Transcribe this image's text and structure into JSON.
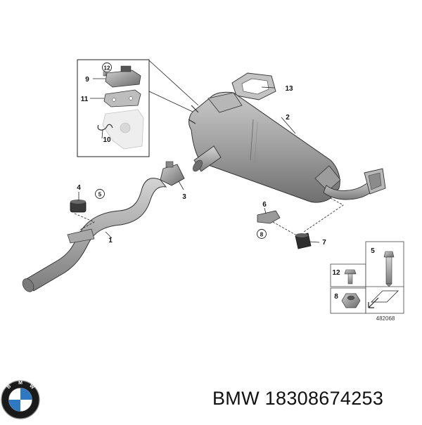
{
  "brand": {
    "logo_letters": "BMW",
    "caption": "BMW 18308674253"
  },
  "diagram": {
    "ref_number": "482068",
    "callouts": [
      {
        "id": "c1",
        "label": "1"
      },
      {
        "id": "c2",
        "label": "2"
      },
      {
        "id": "c3",
        "label": "3"
      },
      {
        "id": "c4",
        "label": "4"
      },
      {
        "id": "c5",
        "label": "5"
      },
      {
        "id": "c6",
        "label": "6"
      },
      {
        "id": "c7",
        "label": "7"
      },
      {
        "id": "c8",
        "label": "8"
      },
      {
        "id": "c9",
        "label": "9"
      },
      {
        "id": "c10",
        "label": "10"
      },
      {
        "id": "c11",
        "label": "11"
      },
      {
        "id": "c12",
        "label": "12"
      },
      {
        "id": "c13",
        "label": "13"
      }
    ],
    "legend": {
      "bolt_label": "5",
      "screw_label": "12",
      "nut_label": "8"
    }
  }
}
